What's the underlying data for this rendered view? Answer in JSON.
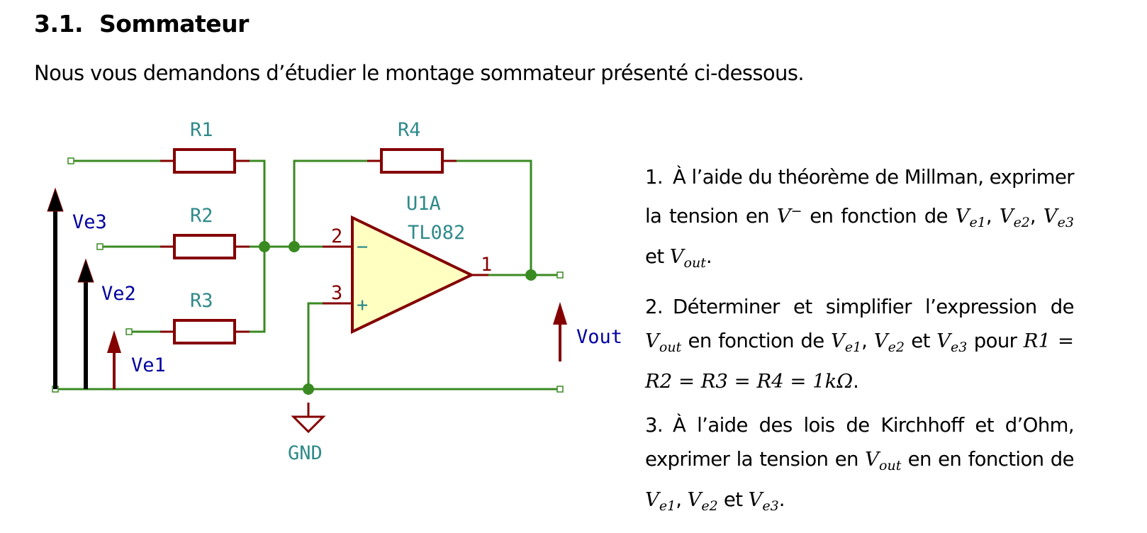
{
  "section": {
    "number": "3.1.",
    "title": "Sommateur"
  },
  "intro": "Nous vous demandons d’étudier le montage sommateur présenté ci-dessous.",
  "schematic": {
    "resistors": [
      "R1",
      "R2",
      "R3",
      "R4"
    ],
    "opamp": {
      "ref": "U1A",
      "part": "TL082",
      "pin_inv": "2",
      "pin_noninv": "3",
      "pin_out": "1",
      "minus": "−",
      "plus": "+"
    },
    "voltages": {
      "ve1": "Ve1",
      "ve2": "Ve2",
      "ve3": "Ve3",
      "vout": "Vout"
    },
    "ground": "GND",
    "colors": {
      "wire": "#3a8a22",
      "component": "#840000",
      "ref_text": "#2f8a8a",
      "net_text": "#0000a0",
      "opamp_fill": "#ffffc2",
      "junction": "#3a8a22"
    }
  },
  "questions": [
    {
      "num": "1.",
      "text_a": "À l’aide du théorème de Millman, exprimer la tension en ",
      "v_minus": "V",
      "minus_sup": "−",
      "text_b": " en fonction de ",
      "v": "V",
      "e1": "e1",
      "e2": "e2",
      "e3": "e3",
      "out": "out",
      "sep": ", ",
      "et": " et ",
      "end": "."
    },
    {
      "num": "2.",
      "text_a": "Déterminer et simplifier l’expression de ",
      "v": "V",
      "out": "out",
      "text_b": " en fonction de ",
      "e1": "e1",
      "e2": "e2",
      "e3": "e3",
      "sep": ", ",
      "et": " et ",
      "text_c": " pour ",
      "equation": "R1 = R2 = R3 = R4 =  1kΩ",
      "end": "."
    },
    {
      "num": "3.",
      "text_a": "À l’aide des lois de Kirchhoff et d’Ohm, exprimer la tension en ",
      "v": "V",
      "out": "out",
      "text_b": " en en fonction de ",
      "e1": "e1",
      "e2": "e2",
      "e3": "e3",
      "sep": ", ",
      "et": " et ",
      "end": "."
    }
  ]
}
